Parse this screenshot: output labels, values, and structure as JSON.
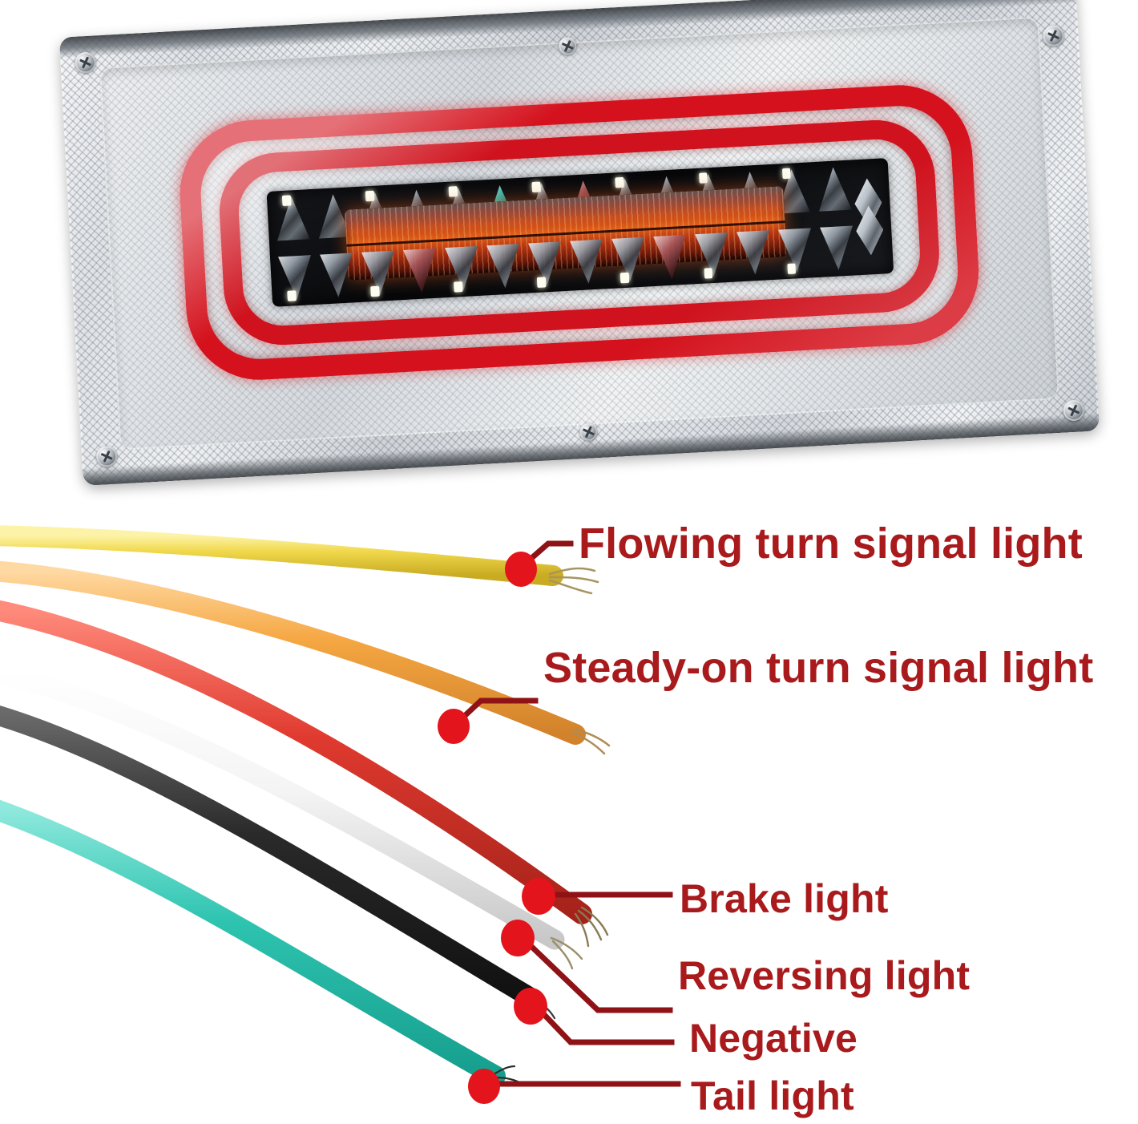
{
  "product": {
    "name": "LED trailer tail light",
    "housing": {
      "bezel": "clear textured lens",
      "ring_color": "#d4111c",
      "board_color": "#0a0b0d",
      "center_bar_color": "#e0601a"
    },
    "screws": [
      "screw-top-left",
      "screw-top-middle",
      "screw-top-right",
      "screw-bottom-left",
      "screw-bottom-middle",
      "screw-bottom-right"
    ]
  },
  "diagram": {
    "marker_color": "#e3141b",
    "leader_color": "#8f1316",
    "label_color": "#a81a1c",
    "background": "#ffffff"
  },
  "wires": [
    {
      "id": "wire-yellow",
      "color_name": "yellow",
      "color": "#F0D84B",
      "function": "Flowing turn signal light"
    },
    {
      "id": "wire-orange",
      "color_name": "orange",
      "color": "#F5A742",
      "function": "Steady-on turn signal light"
    },
    {
      "id": "wire-red",
      "color_name": "red",
      "color": "#E03A2F",
      "function": "Brake light"
    },
    {
      "id": "wire-white",
      "color_name": "white",
      "color": "#FAFAFA",
      "function": "Reversing light"
    },
    {
      "id": "wire-black",
      "color_name": "black",
      "color": "#2A2A2A",
      "function": "Negative"
    },
    {
      "id": "wire-teal",
      "color_name": "teal",
      "color": "#2EC4B0",
      "function": "Tail light"
    }
  ],
  "callouts": [
    {
      "key": "flowing",
      "label": "Flowing turn signal light",
      "wire": "yellow"
    },
    {
      "key": "steady",
      "label": "Steady-on turn signal light",
      "wire": "orange"
    },
    {
      "key": "brake",
      "label": "Brake light",
      "wire": "red"
    },
    {
      "key": "reversing",
      "label": "Reversing light",
      "wire": "white"
    },
    {
      "key": "negative",
      "label": "Negative",
      "wire": "black"
    },
    {
      "key": "tail",
      "label": "Tail light",
      "wire": "teal"
    }
  ]
}
